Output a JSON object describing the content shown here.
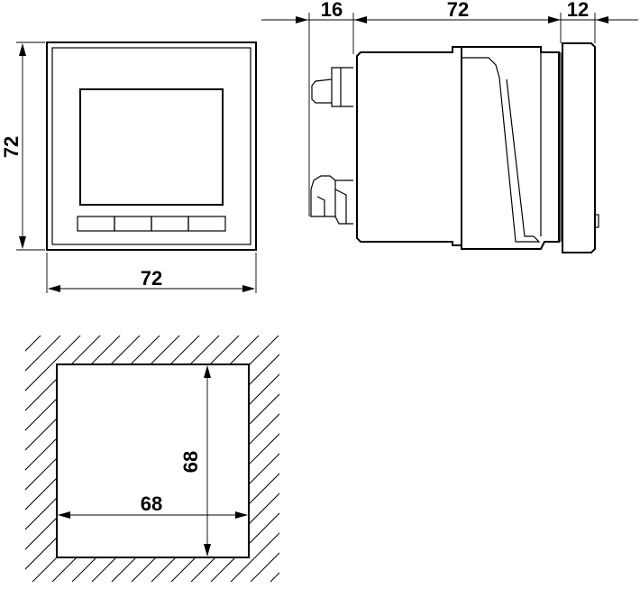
{
  "front_view": {
    "width_label": "72",
    "height_label": "72",
    "button_count": 4
  },
  "side_view": {
    "depth_rear_label": "16",
    "depth_body_label": "72",
    "depth_front_label": "12"
  },
  "cutout": {
    "width_label": "68",
    "height_label": "68"
  }
}
